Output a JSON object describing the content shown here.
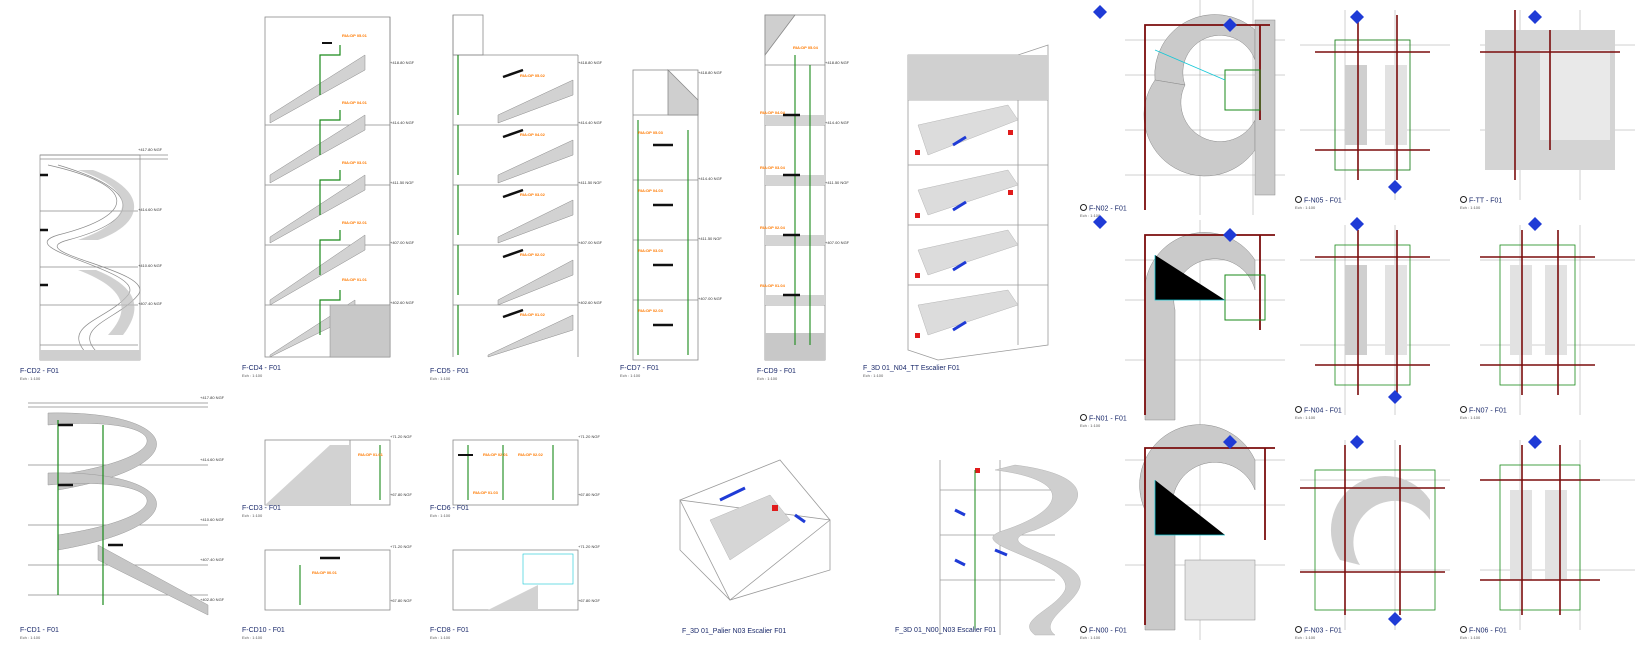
{
  "sheet": {
    "background": "#ffffff",
    "colors": {
      "line": "#8a8a8a",
      "pipe": "#1a8a1a",
      "tag": "#ff7a00",
      "label": "#1b2a6b",
      "grid": "#7b0d0d",
      "bubble": "#1f3bd6",
      "hydrant": "#1f3bd6",
      "alarm": "#e01b1b",
      "callout": "#13c7d6",
      "green_note": "#21d321"
    }
  },
  "views": [
    {
      "id": "f-cd2",
      "label": "F-CD2 - F01",
      "scale": "Ech : 1:100",
      "levels": [
        "+417.80 NGF",
        "+414.60 NGF",
        "+410.60 NGF",
        "+407.40 NGF"
      ]
    },
    {
      "id": "f-cd4",
      "label": "F-CD4 - F01",
      "scale": "Ech : 1:100",
      "tags": [
        "RIA:DP 05.01",
        "RIA:DP 04.01",
        "RIA:DP 03.01",
        "RIA:DP 02.01",
        "RIA:DP 01.01"
      ],
      "levels": [
        "+418.80 NGF",
        "+414.40 NGF",
        "+411.50 NGF",
        "+407.00 NGF",
        "+402.60 NGF"
      ]
    },
    {
      "id": "f-cd5",
      "label": "F-CD5 - F01",
      "scale": "Ech : 1:100",
      "tags": [
        "RIA:DP 05.02",
        "RIA:DP 04.02",
        "RIA:DP 03.02",
        "RIA:DP 02.02",
        "RIA:DP 01.02"
      ],
      "levels": [
        "+418.80 NGF",
        "+414.40 NGF",
        "+411.50 NGF",
        "+407.00 NGF",
        "+402.60 NGF"
      ]
    },
    {
      "id": "f-cd7",
      "label": "F-CD7 - F01",
      "scale": "Ech : 1:100",
      "tags": [
        "RIA:DP 05.03",
        "RIA:DP 04.03",
        "RIA:DP 03.03",
        "RIA:DP 02.03"
      ],
      "levels": [
        "+418.80 NGF",
        "+414.40 NGF",
        "+411.50 NGF",
        "+407.00 NGF"
      ]
    },
    {
      "id": "f-cd9",
      "label": "F-CD9 - F01",
      "scale": "Ech : 1:100",
      "tags": [
        "RIA:DP 05.04",
        "RIA:DP 04.04",
        "RIA:DP 03.04",
        "RIA:DP 02.04",
        "RIA:DP 01.04"
      ],
      "levels": [
        "+418.80 NGF",
        "+414.40 NGF",
        "+411.50 NGF",
        "+407.00 NGF"
      ]
    },
    {
      "id": "f-3d-n04",
      "label": "F_3D 01_N04_TT Escalier F01",
      "scale": "Ech : 1:100"
    },
    {
      "id": "f-n02",
      "label": "F-N02 - F01",
      "scale": "Ech : 1:100"
    },
    {
      "id": "f-n05",
      "label": "F-N05 - F01",
      "scale": "Ech : 1:100"
    },
    {
      "id": "f-tt",
      "label": "F-TT - F01",
      "scale": "Ech : 1:100"
    },
    {
      "id": "f-n01",
      "label": "F-N01 - F01",
      "scale": "Ech : 1:100"
    },
    {
      "id": "f-n04",
      "label": "F-N04 - F01",
      "scale": "Ech : 1:100"
    },
    {
      "id": "f-n07",
      "label": "F-N07 - F01",
      "scale": "Ech : 1:100"
    },
    {
      "id": "f-cd1",
      "label": "F-CD1 - F01",
      "scale": "Ech : 1:100",
      "levels": [
        "+417.80 NGF",
        "+414.60 NGF",
        "+410.60 NGF",
        "+407.40 NGF",
        "+402.80 NGF"
      ]
    },
    {
      "id": "f-cd3",
      "label": "F-CD3 - F01",
      "scale": "Ech : 1:100",
      "tags": [
        "RIA:DP 01.01"
      ],
      "levels": [
        "+71.20 NGF",
        "+67.80 NGF"
      ]
    },
    {
      "id": "f-cd6",
      "label": "F-CD6 - F01",
      "scale": "Ech : 1:100",
      "tags": [
        "RIA:DP 02.01",
        "RIA:DP 02.02",
        "RIA:DP 01.03"
      ],
      "levels": [
        "+71.20 NGF",
        "+67.80 NGF"
      ]
    },
    {
      "id": "f-cd10",
      "label": "F-CD10 - F01",
      "scale": "Ech : 1:100",
      "tags": [
        "RIA:DP 00.01"
      ],
      "levels": [
        "+71.20 NGF",
        "+67.80 NGF"
      ]
    },
    {
      "id": "f-cd8",
      "label": "F-CD8 - F01",
      "scale": "Ech : 1:100",
      "levels": [
        "+71.20 NGF",
        "+67.80 NGF"
      ]
    },
    {
      "id": "f-3d-n03",
      "label": "F_3D 01_Palier N03 Escalier F01",
      "scale": ""
    },
    {
      "id": "f-3d-n00",
      "label": "F_3D 01_N00_N03 Escalier F01",
      "scale": ""
    },
    {
      "id": "f-n00",
      "label": "F-N00 - F01",
      "scale": "Ech : 1:100"
    },
    {
      "id": "f-n03",
      "label": "F-N03 - F01",
      "scale": "Ech : 1:100"
    },
    {
      "id": "f-n06",
      "label": "F-N06 - F01",
      "scale": "Ech : 1:100"
    }
  ]
}
